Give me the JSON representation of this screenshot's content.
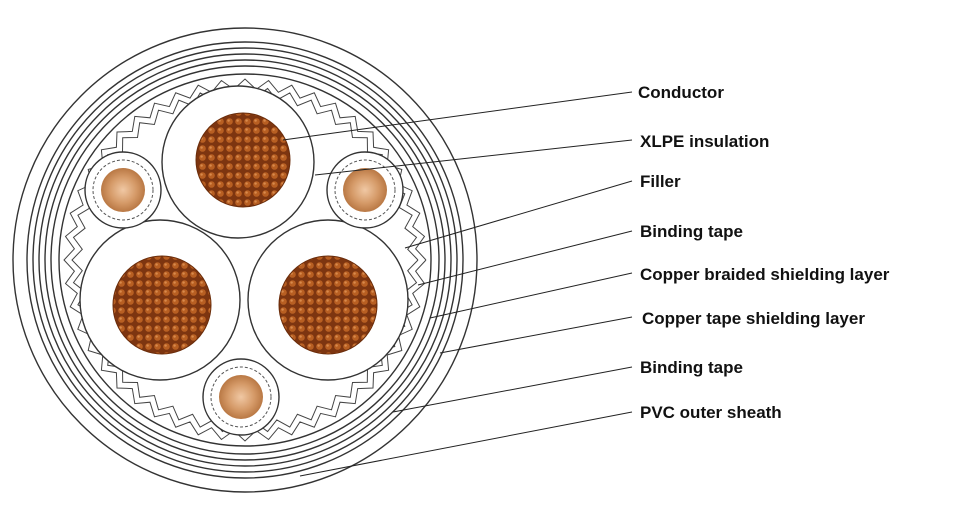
{
  "diagram": {
    "labels": [
      {
        "id": "conductor",
        "text": "Conductor"
      },
      {
        "id": "xlpe-insulation",
        "text": "XLPE insulation"
      },
      {
        "id": "filler",
        "text": "Filler"
      },
      {
        "id": "binding-tape-inner",
        "text": "Binding tape"
      },
      {
        "id": "copper-braided-shielding-layer",
        "text": "Copper braided shielding layer"
      },
      {
        "id": "copper-tape-shielding-layer",
        "text": "Copper tape shielding layer"
      },
      {
        "id": "binding-tape-outer",
        "text": "Binding tape"
      },
      {
        "id": "pvc-outer-sheath",
        "text": "PVC outer sheath"
      }
    ],
    "colors": {
      "conductor_dark": "#8a3c10",
      "conductor_light": "#c26a2a",
      "small_conductor": "#d49a6c",
      "line": "#333333",
      "background": "#ffffff"
    }
  }
}
